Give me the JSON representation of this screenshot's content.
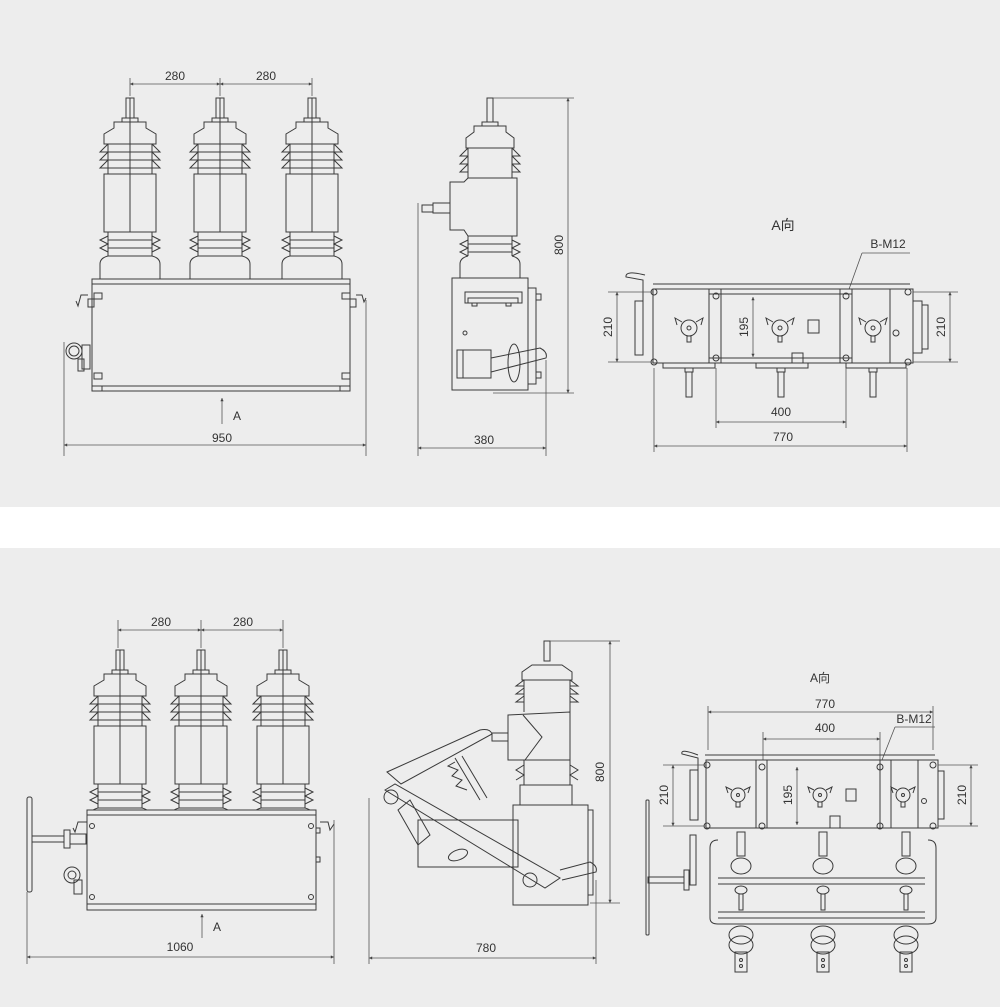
{
  "top_panel": {
    "front_view": {
      "pitch_left": "280",
      "pitch_right": "280",
      "width": "950",
      "view_arrow": "A"
    },
    "side_view": {
      "height": "800",
      "depth": "380"
    },
    "a_view": {
      "title": "A向",
      "bolt_label": "B-M12",
      "height_left": "210",
      "height_inner": "195",
      "height_right": "210",
      "hole_span": "400",
      "overall": "770"
    }
  },
  "bottom_panel": {
    "front_view": {
      "pitch_left": "280",
      "pitch_right": "280",
      "width": "1060",
      "view_arrow": "A"
    },
    "side_view": {
      "height": "800",
      "depth": "780"
    },
    "a_view": {
      "title": "A向",
      "bolt_label": "B-M12",
      "height_left": "210",
      "height_inner": "195",
      "height_right": "210",
      "hole_span": "400",
      "overall": "770"
    }
  },
  "colors": {
    "panel_bg": "#ededed",
    "gap_bg": "#ffffff",
    "line": "#3a3a3a"
  }
}
